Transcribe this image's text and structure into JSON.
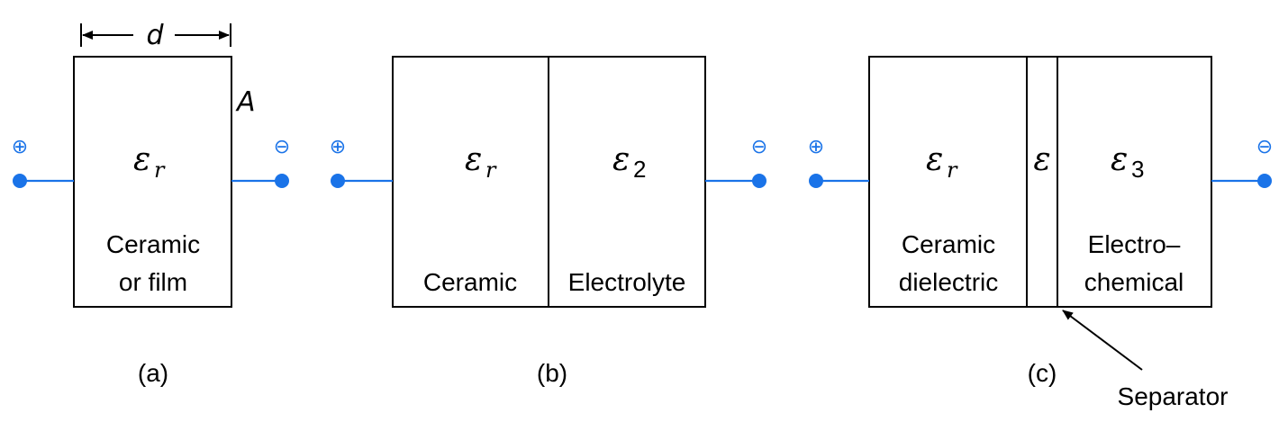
{
  "panel_a": {
    "dim_label": "d",
    "area_label": "A",
    "plus_sign": "⊕",
    "minus_sign": "⊖",
    "epsilon_symbol": "ε",
    "epsilon_sub": "r",
    "material_line1": "Ceramic",
    "material_line2": "or film",
    "caption": "(a)"
  },
  "panel_b": {
    "plus_sign": "⊕",
    "minus_sign": "⊖",
    "left_epsilon_symbol": "ε",
    "left_epsilon_sub": "r",
    "left_material": "Ceramic",
    "right_epsilon_symbol": "ε",
    "right_epsilon_sub": "2",
    "right_material": "Electrolyte",
    "caption": "(b)"
  },
  "panel_c": {
    "plus_sign": "⊕",
    "minus_sign": "⊖",
    "left_epsilon_symbol": "ε",
    "left_epsilon_sub": "r",
    "left_material_line1": "Ceramic",
    "left_material_line2": "dielectric",
    "middle_epsilon_symbol": "ε",
    "right_epsilon_symbol": "ε",
    "right_epsilon_sub": "3",
    "right_material_line1": "Electro–",
    "right_material_line2": "chemical",
    "separator_label": "Separator",
    "caption": "(c)"
  }
}
